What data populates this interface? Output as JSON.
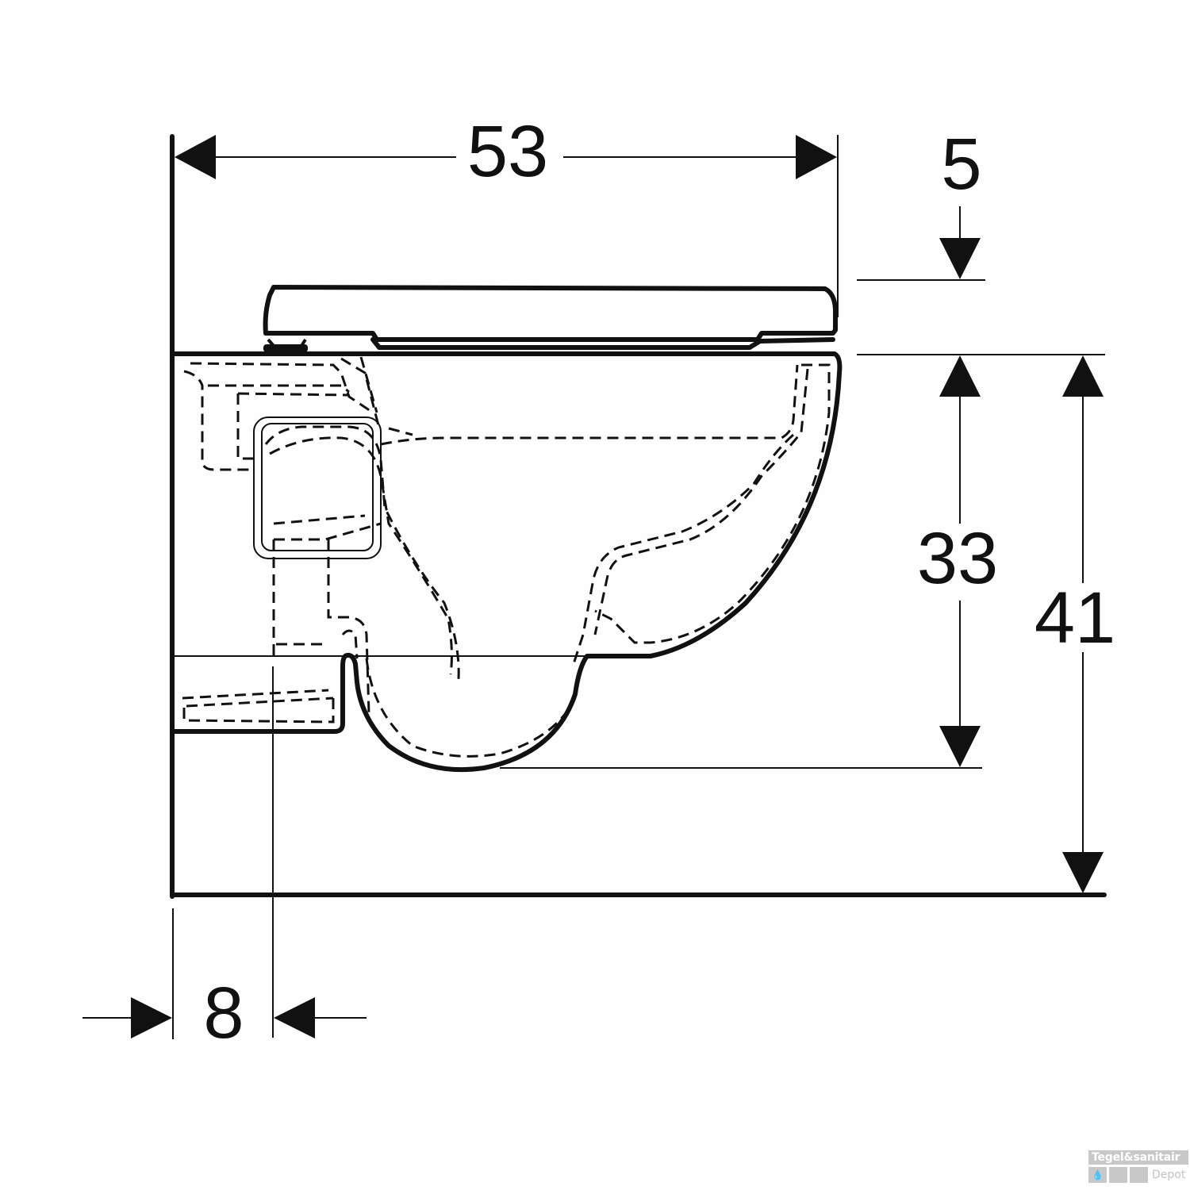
{
  "drawing": {
    "title": "Wall-hung WC side view dimension drawing",
    "units": "cm",
    "colors": {
      "line": "#111111",
      "background": "#fefefe",
      "watermark": "#c8c8c8"
    }
  },
  "dimensions": {
    "depth": {
      "label": "53",
      "orientation": "horizontal",
      "position": "top"
    },
    "seat_overhang": {
      "label": "5",
      "orientation": "vertical",
      "position": "top-right"
    },
    "bowl_height": {
      "label": "33",
      "orientation": "vertical",
      "position": "right"
    },
    "mount_height": {
      "label": "41",
      "orientation": "vertical",
      "position": "far-right"
    },
    "outlet_offset": {
      "label": "8",
      "orientation": "horizontal",
      "position": "bottom-left"
    }
  },
  "parts": {
    "wall": "wall-line",
    "floor": "floor-line",
    "seat_lid": "seat-lid",
    "bowl": "bowl-body",
    "hidden_lines": "dashed-internal-contours",
    "flush_inlet": "rounded-rectangle-inlet",
    "outlet_center": "outlet-centerline"
  },
  "watermark": {
    "line1": "Tegel&sanitair",
    "line2": "Depot",
    "icon": "water-drop-icon"
  }
}
